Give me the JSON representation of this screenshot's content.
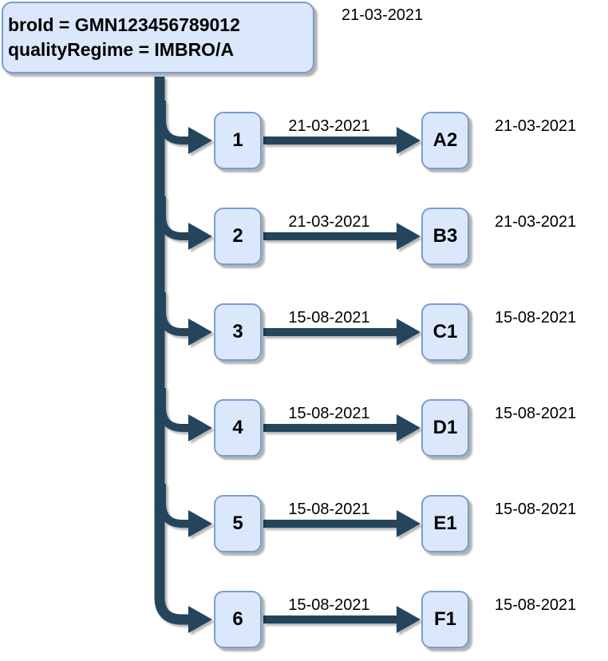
{
  "diagram": {
    "root": {
      "line1": "broId = GMN123456789012",
      "line2": "qualityRegime = IMBRO/A",
      "date": "21-03-2021"
    },
    "rows": [
      {
        "tube": "1",
        "edge_date": "21-03-2021",
        "event": "A2",
        "node_date": "21-03-2021"
      },
      {
        "tube": "2",
        "edge_date": "21-03-2021",
        "event": "B3",
        "node_date": "21-03-2021"
      },
      {
        "tube": "3",
        "edge_date": "15-08-2021",
        "event": "C1",
        "node_date": "15-08-2021"
      },
      {
        "tube": "4",
        "edge_date": "15-08-2021",
        "event": "D1",
        "node_date": "15-08-2021"
      },
      {
        "tube": "5",
        "edge_date": "15-08-2021",
        "event": "E1",
        "node_date": "15-08-2021"
      },
      {
        "tube": "6",
        "edge_date": "15-08-2021",
        "event": "F1",
        "node_date": "15-08-2021"
      }
    ],
    "colors": {
      "node_fill": "#dbe8fb",
      "node_border": "#7b9bd3",
      "edge": "#24455c",
      "text": "#000000"
    }
  }
}
